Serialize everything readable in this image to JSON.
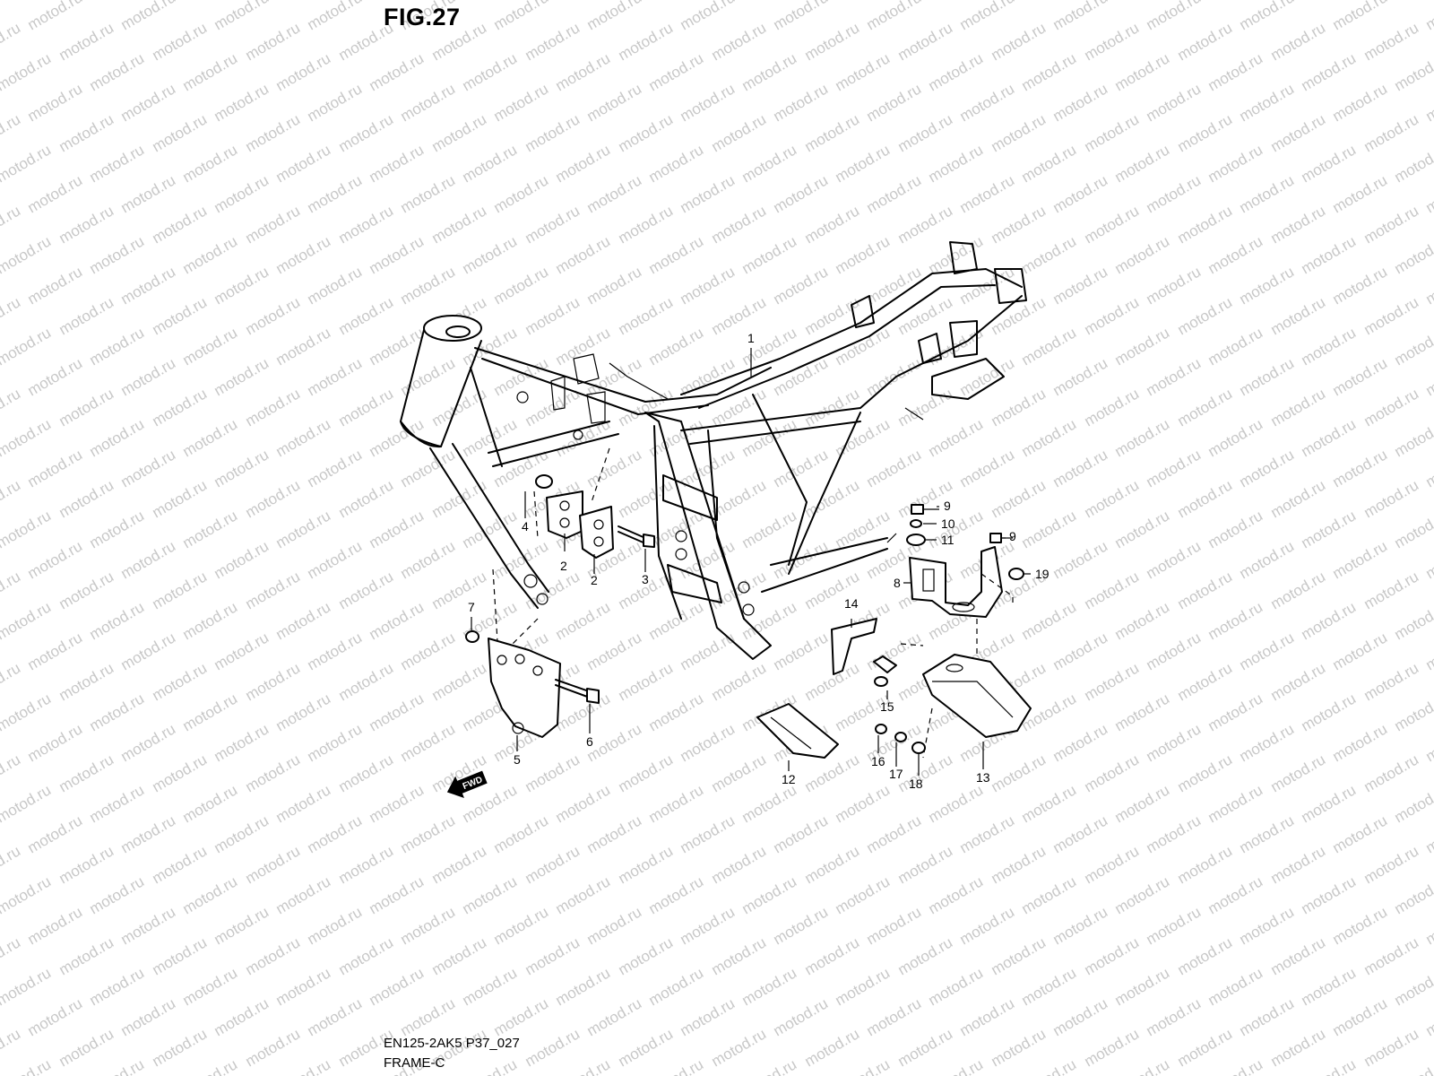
{
  "figure": {
    "title": "FIG.27",
    "code": "EN125-2AK5 P37_027",
    "name": "FRAME-C"
  },
  "watermark": {
    "text": "motod.ru",
    "color": "#c8c8c8"
  },
  "fwd_arrow": {
    "label": "FWD"
  },
  "callouts": [
    "1",
    "2",
    "2",
    "3",
    "4",
    "5",
    "6",
    "7",
    "8",
    "9",
    "9",
    "10",
    "11",
    "12",
    "13",
    "14",
    "15",
    "16",
    "17",
    "18",
    "19"
  ]
}
